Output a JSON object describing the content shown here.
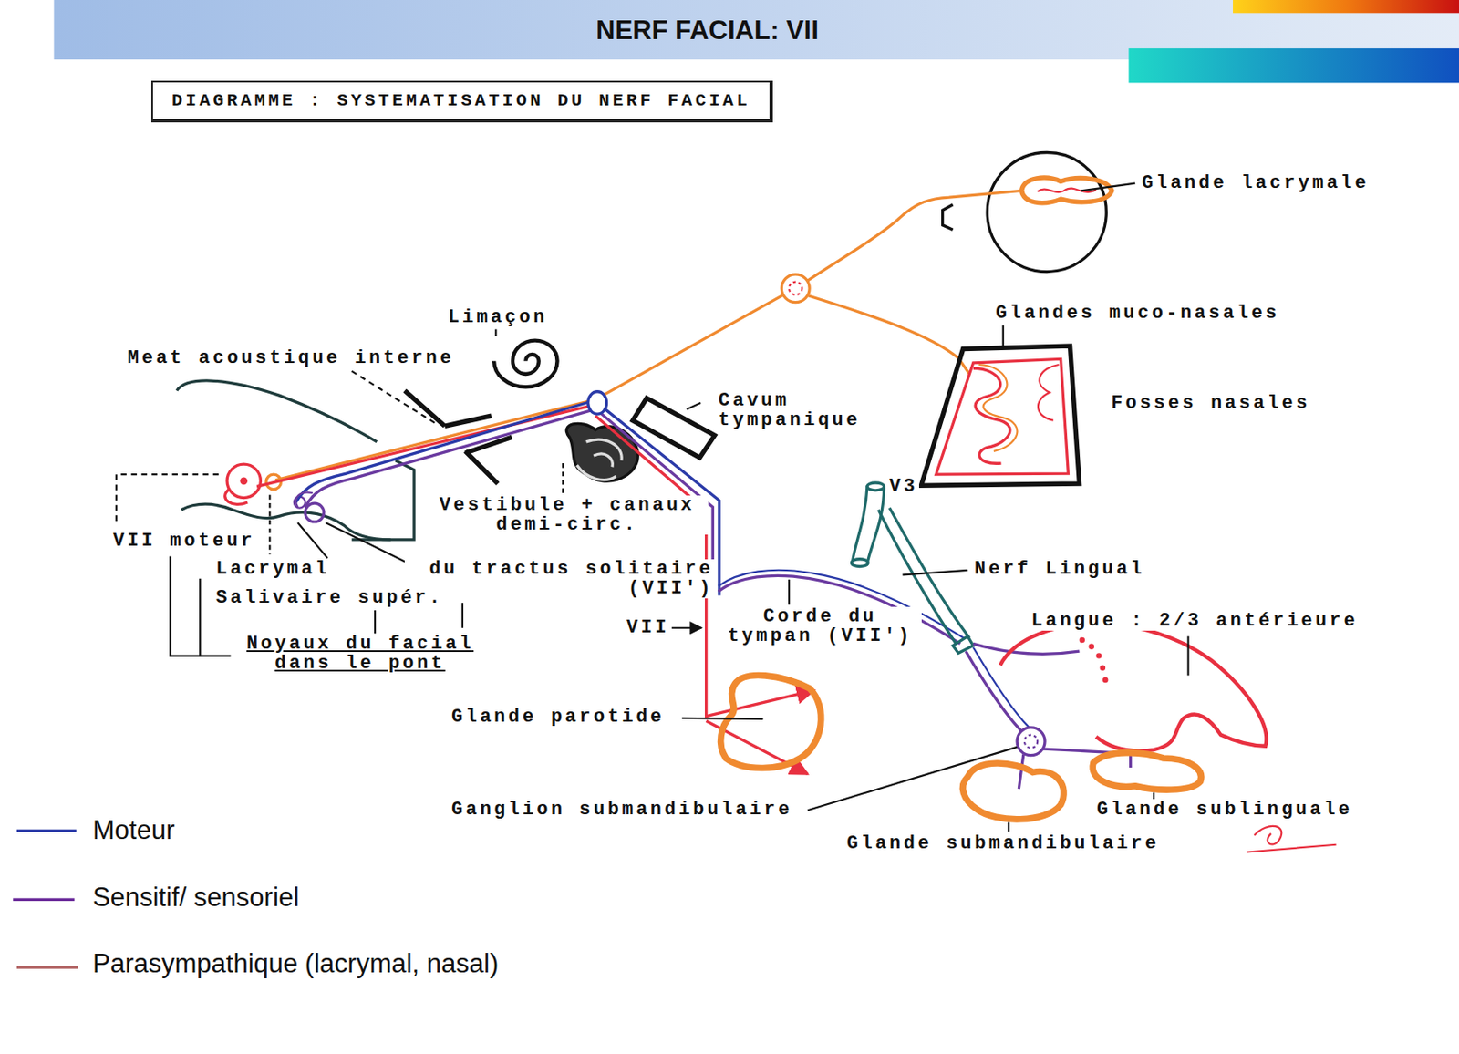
{
  "diagram": {
    "title": "NERF FACIAL: VII",
    "nodes": [
      {
        "text": [
          "DIAGRAMME : SYSTEMATISATION DU NERF FACIAL"
        ]
      }
    ],
    "labels": [
      "Glande lacrymale",
      "Limaçon",
      "Meat acoustique interne",
      "Glandes muco-nasales",
      "Cavum tympanique",
      "Fosses nasales",
      "Vestibule + canaux demi-circ.",
      "VII moteur",
      "Lacrymal",
      "du tractus solitaire (VII')",
      "Salivaire supér.",
      "Noyaux du facial dans le pont",
      "VII",
      "Corde du tympan (VII')",
      "V3",
      "Nerf Lingual",
      "Langue : 2/3 antérieure",
      "Glande parotide",
      "Ganglion submandibulaire",
      "Glande sublinguale",
      "Glande submandibulaire"
    ],
    "legend": [
      {
        "text": "Moteur"
      },
      {
        "text": "Sensitif/ sensoriel"
      },
      {
        "text": "Parasympathique (lacrymal, nasal)"
      }
    ]
  }
}
